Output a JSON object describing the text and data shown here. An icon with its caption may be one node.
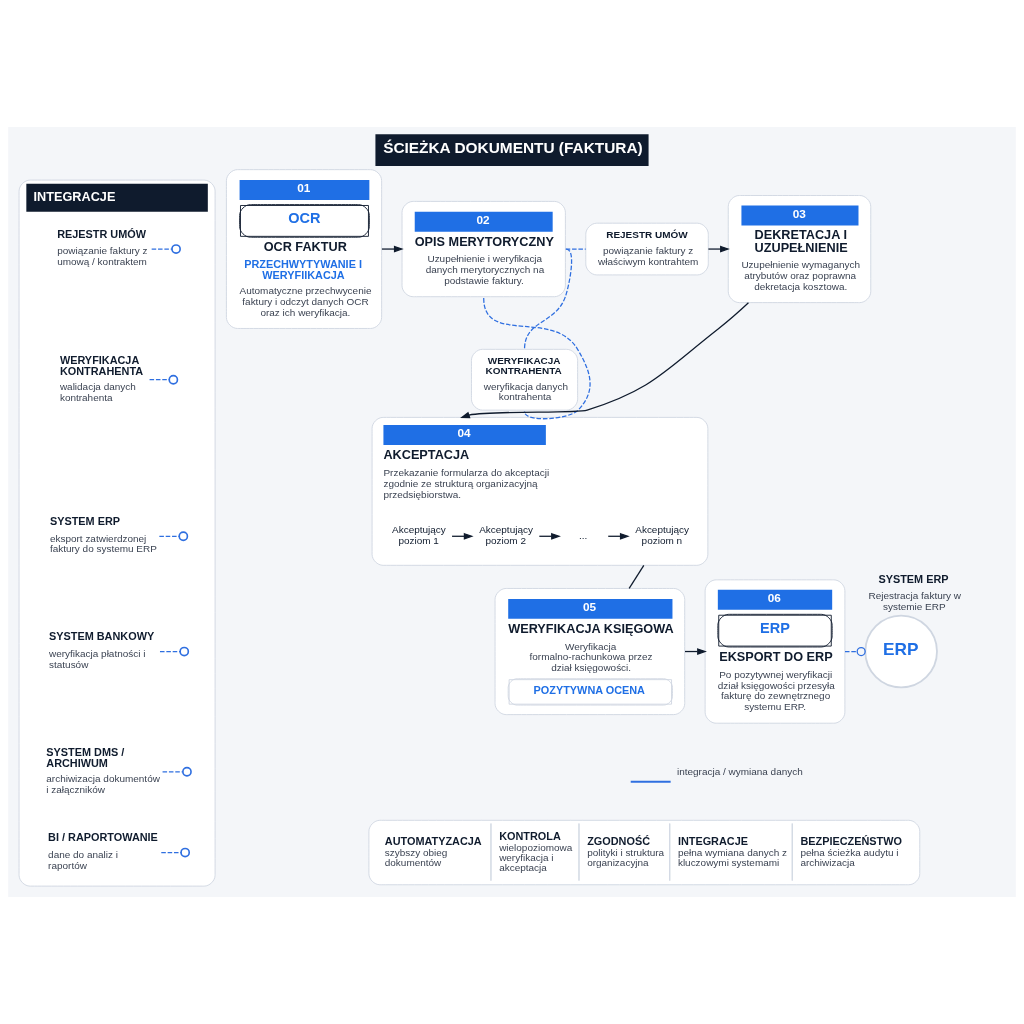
{
  "diagram": {
    "title": "ŚCIEŻKA DOKUMENTU (FAKTURA)",
    "nodes": [
      {
        "text": [
          "INTEGRACJE"
        ]
      },
      {
        "text": [
          "REJESTR UMÓW",
          "powiązanie faktury z umową / kontraktem"
        ],
        "in": 0
      },
      {
        "text": [
          "WERYFIKACJA KONTRAHENTA",
          "walidacja danych kontrahenta"
        ],
        "in": 0
      },
      {
        "text": [
          "SYSTEM ERP",
          "eksport zatwierdzonej faktury do systemu ERP"
        ],
        "in": 0
      },
      {
        "text": [
          "SYSTEM BANKOWY",
          "weryfikacja płatności i statusów"
        ],
        "in": 0
      },
      {
        "text": [
          "SYSTEM DMS / ARCHIWUM",
          "archiwizacja dokumentów i załączników"
        ],
        "in": 0
      },
      {
        "text": [
          "BI / RAPORTOWANIE",
          "dane do analiz i raportów"
        ],
        "in": 0
      },
      {
        "text": [
          "01",
          "OCR",
          "OCR FAKTUR",
          "PRZECHWYTYWANIE I WERYFIIKACJA",
          "Automatyczne przechwycenie faktury i odczyt danych OCR oraz ich weryfikacja."
        ]
      },
      {
        "text": [
          "02",
          "OPIS MERYTORYCZNY",
          "Uzupełnienie i weryfikacja danych merytorycznych na podstawie faktury."
        ]
      },
      {
        "text": [
          "REJESTR UMÓW",
          "powiązanie faktury z właściwym kontrahtem"
        ]
      },
      {
        "text": [
          "WERYFIKACJA KONTRAHENTA",
          "weryfikacja danych kontrahenta"
        ]
      },
      {
        "text": [
          "03",
          "DEKRETACJA I UZUPEŁNIENIE",
          "Uzupełnienie wymaganych atrybutów oraz poprawna dekretacja kosztowa."
        ]
      },
      {
        "text": [
          "04",
          "AKCEPTACJA",
          "Przekazanie formularza do akceptacji zgodnie ze strukturą organizacyjną przedsiębiorstwa."
        ]
      },
      {
        "text": [
          "Akceptujący poziom 1"
        ],
        "in": 12
      },
      {
        "text": [
          "Akceptujący poziom 2"
        ],
        "in": 12
      },
      {
        "text": [
          "..."
        ],
        "in": 12
      },
      {
        "text": [
          "Akceptujący poziom n"
        ],
        "in": 12
      },
      {
        "text": [
          "05",
          "WERYFIKACJA KSIĘGOWA",
          "Weryfikacja formalno-rachunkowa przez dział księgowości.",
          "POZYTYWNA OCENA"
        ]
      },
      {
        "text": [
          "06",
          "ERP",
          "EKSPORT DO ERP",
          "Po pozytywnej weryfikacji dział księgowości przesyła fakturę do zewnętrznego systemu ERP."
        ]
      },
      {
        "text": [
          "ERP"
        ],
        "beside": [
          "SYSTEM ERP",
          "Rejestracja faktury w systemie ERP"
        ]
      },
      {
        "text": [
          "AUTOMATYZACJA",
          "szybszy obieg dokumentów",
          "KONTROLA",
          "wielopoziomowa weryfikacja i akceptacja",
          "ZGODNOŚĆ",
          "polityki i struktura organizacyjna",
          "INTEGRACJE",
          "pełna wymiana danych z kluczowymi systemami",
          "BEZPIECZEŃSTWO",
          "pełna ścieżka audytu i archiwizacja"
        ]
      }
    ],
    "edges": [
      {
        "from": 1,
        "to": null,
        "arrow": "other",
        "style": "dashed",
        "color": "#2f6fe0"
      },
      {
        "from": 2,
        "to": null,
        "arrow": "other",
        "style": "dashed",
        "color": "#2f6fe0"
      },
      {
        "from": 3,
        "to": null,
        "arrow": "other",
        "style": "dashed",
        "color": "#2f6fe0"
      },
      {
        "from": 4,
        "to": null,
        "arrow": "other",
        "style": "dashed",
        "color": "#2f6fe0"
      },
      {
        "from": 5,
        "to": null,
        "arrow": "other",
        "style": "dashed",
        "color": "#2f6fe0"
      },
      {
        "from": 6,
        "to": null,
        "arrow": "other",
        "style": "dashed",
        "color": "#2f6fe0"
      },
      {
        "from": 7,
        "to": 8,
        "arrow": "to",
        "color": "#0f1b2d"
      },
      {
        "from": 8,
        "to": 9,
        "arrow": "none",
        "style": "dashed",
        "color": "#2f6fe0"
      },
      {
        "from": 8,
        "to": 10,
        "arrow": "none",
        "style": "dashed",
        "color": "#2f6fe0"
      },
      {
        "from": 8,
        "to": 10,
        "arrow": "none",
        "style": "dashed",
        "color": "#2f6fe0"
      },
      {
        "from": 9,
        "to": 11,
        "arrow": "to",
        "color": "#0f1b2d"
      },
      {
        "from": 11,
        "to": 12,
        "arrow": "to",
        "color": "#0f1b2d"
      },
      {
        "from": 13,
        "to": 14,
        "arrow": "to",
        "color": "#0f1b2d"
      },
      {
        "from": 14,
        "to": 15,
        "arrow": "to",
        "color": "#0f1b2d"
      },
      {
        "from": 15,
        "to": 16,
        "arrow": "to",
        "color": "#0f1b2d"
      },
      {
        "from": 12,
        "to": 17,
        "arrow": "none",
        "color": "#0f1b2d"
      },
      {
        "from": 17,
        "to": 18,
        "arrow": "to",
        "color": "#0f1b2d"
      },
      {
        "from": 18,
        "to": 19,
        "arrow": "other",
        "style": "dashed",
        "color": "#2f6fe0"
      }
    ],
    "legend": [
      {
        "text": "integracja / wymiana danych"
      }
    ]
  }
}
